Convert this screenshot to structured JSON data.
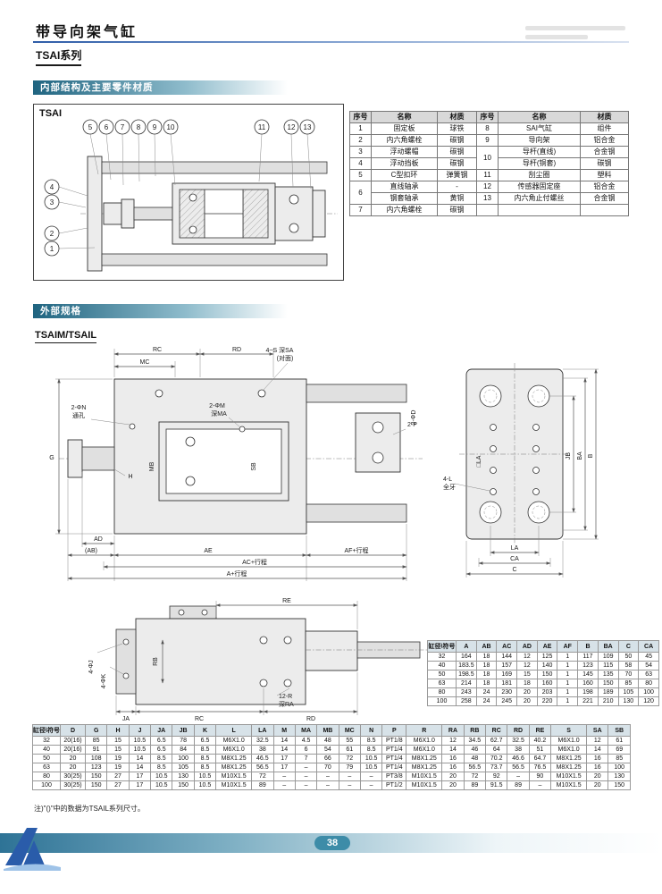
{
  "header": {
    "title": "带导向架气缸",
    "series": "TSAI系列"
  },
  "sections": {
    "internal": "内部结构及主要零件材质",
    "external": "外部规格",
    "model": "TSAIM/TSAIL"
  },
  "internal_drawing": {
    "label": "TSAI",
    "callouts": {
      "c1": "1",
      "c2": "2",
      "c3": "3",
      "c4": "4",
      "c5": "5",
      "c6": "6",
      "c7": "7",
      "c8": "8",
      "c9": "9",
      "c10": "10",
      "c11": "11",
      "c12": "12",
      "c13": "13"
    }
  },
  "parts_table": {
    "headers": {
      "no": "序号",
      "name": "名称",
      "mat": "材质"
    },
    "left": [
      {
        "no": "1",
        "name": "固定板",
        "mat": "球铁"
      },
      {
        "no": "2",
        "name": "内六角螺栓",
        "mat": "碳钢"
      },
      {
        "no": "3",
        "name": "浮动螺帽",
        "mat": "碳钢"
      },
      {
        "no": "4",
        "name": "浮动挡板",
        "mat": "碳钢"
      },
      {
        "no": "5",
        "name": "C型扣环",
        "mat": "弹簧钢"
      },
      {
        "no": "6",
        "name": "直线轴承",
        "mat": "-"
      },
      {
        "no": "",
        "name": "钢套轴承",
        "mat": "黄铜"
      },
      {
        "no": "7",
        "name": "内六角螺栓",
        "mat": "碳钢"
      }
    ],
    "right": [
      {
        "no": "8",
        "name": "SAI气缸",
        "mat": "组件"
      },
      {
        "no": "9",
        "name": "导向架",
        "mat": "铝合金"
      },
      {
        "no": "10",
        "name": "导杆(直线)",
        "mat": "合金钢"
      },
      {
        "no": "",
        "name": "导杆(铜套)",
        "mat": "碳钢"
      },
      {
        "no": "11",
        "name": "刮尘圈",
        "mat": "塑料"
      },
      {
        "no": "12",
        "name": "传感器固定座",
        "mat": "铝合金"
      },
      {
        "no": "13",
        "name": "内六角止付螺丝",
        "mat": "合金钢"
      },
      {
        "no": "",
        "name": "",
        "mat": ""
      }
    ]
  },
  "dim_labels": {
    "rc": "RC",
    "rd": "RD",
    "mc": "MC",
    "re": "RE",
    "rb": "RB",
    "s1": "4~S 深SA",
    "s2": "(对面)",
    "d": "2-ΦD",
    "n1": "2-ΦN",
    "n2": "通孔",
    "m1": "2-ΦM",
    "m2": "深MA",
    "g": "G",
    "mb": "MB",
    "sb": "SB",
    "p": "2-P",
    "h": "H",
    "ad": "AD",
    "ab": "(AB)",
    "ae": "AE",
    "af": "AF+行程",
    "ac": "AC+行程",
    "a": "A+行程",
    "la_sq": "□LA",
    "jb": "JB",
    "ba": "BA",
    "b": "B",
    "l1": "4-L",
    "l2": "全牙",
    "la": "LA",
    "ca": "CA",
    "c": "C",
    "j": "4-ΦJ",
    "k": "4-ΦK",
    "ja": "JA",
    "r1": "12-R",
    "r2": "深RA"
  },
  "dims1": {
    "headers": [
      "缸径\\符号",
      "A",
      "AB",
      "AC",
      "AD",
      "AE",
      "AF",
      "B",
      "BA",
      "C",
      "CA"
    ],
    "rows": [
      [
        "32",
        "164",
        "18",
        "144",
        "12",
        "125",
        "1",
        "117",
        "109",
        "50",
        "45"
      ],
      [
        "40",
        "183.5",
        "18",
        "157",
        "12",
        "140",
        "1",
        "123",
        "115",
        "58",
        "54"
      ],
      [
        "50",
        "198.5",
        "18",
        "169",
        "15",
        "150",
        "1",
        "145",
        "135",
        "70",
        "63"
      ],
      [
        "63",
        "214",
        "18",
        "181",
        "18",
        "160",
        "1",
        "160",
        "150",
        "85",
        "80"
      ],
      [
        "80",
        "243",
        "24",
        "230",
        "20",
        "203",
        "1",
        "198",
        "189",
        "105",
        "100"
      ],
      [
        "100",
        "258",
        "24",
        "245",
        "20",
        "220",
        "1",
        "221",
        "210",
        "130",
        "120"
      ]
    ]
  },
  "dims2": {
    "headers": [
      "缸径\\符号",
      "D",
      "G",
      "H",
      "J",
      "JA",
      "JB",
      "K",
      "L",
      "LA",
      "M",
      "MA",
      "MB",
      "MC",
      "N",
      "P",
      "R",
      "RA",
      "RB",
      "RC",
      "RD",
      "RE",
      "S",
      "SA",
      "SB"
    ],
    "rows": [
      [
        "32",
        "20(16)",
        "85",
        "15",
        "10.5",
        "6.5",
        "78",
        "6.5",
        "M6X1.0",
        "32.5",
        "14",
        "4.5",
        "48",
        "55",
        "8.5",
        "PT1/8",
        "M6X1.0",
        "12",
        "34.5",
        "62.7",
        "32.5",
        "40.2",
        "M6X1.0",
        "12",
        "61"
      ],
      [
        "40",
        "20(16)",
        "91",
        "15",
        "10.5",
        "6.5",
        "84",
        "8.5",
        "M6X1.0",
        "38",
        "14",
        "6",
        "54",
        "61",
        "8.5",
        "PT1/4",
        "M6X1.0",
        "14",
        "46",
        "64",
        "38",
        "51",
        "M6X1.0",
        "14",
        "69"
      ],
      [
        "50",
        "20",
        "108",
        "19",
        "14",
        "8.5",
        "100",
        "8.5",
        "M8X1.25",
        "46.5",
        "17",
        "7",
        "66",
        "72",
        "10.5",
        "PT1/4",
        "M8X1.25",
        "16",
        "48",
        "70.2",
        "46.6",
        "64.7",
        "M8X1.25",
        "16",
        "85"
      ],
      [
        "63",
        "20",
        "123",
        "19",
        "14",
        "8.5",
        "105",
        "8.5",
        "M8X1.25",
        "56.5",
        "17",
        "–",
        "70",
        "79",
        "10.5",
        "PT1/4",
        "M8X1.25",
        "16",
        "56.5",
        "73.7",
        "56.5",
        "76.5",
        "M8X1.25",
        "16",
        "100"
      ],
      [
        "80",
        "30(25)",
        "150",
        "27",
        "17",
        "10.5",
        "130",
        "10.5",
        "M10X1.5",
        "72",
        "–",
        "–",
        "–",
        "–",
        "–",
        "PT3/8",
        "M10X1.5",
        "20",
        "72",
        "92",
        "–",
        "90",
        "M10X1.5",
        "20",
        "130"
      ],
      [
        "100",
        "30(25)",
        "150",
        "27",
        "17",
        "10.5",
        "150",
        "10.5",
        "M10X1.5",
        "89",
        "–",
        "–",
        "–",
        "–",
        "–",
        "PT1/2",
        "M10X1.5",
        "20",
        "89",
        "91.5",
        "89",
        "–",
        "M10X1.5",
        "20",
        "150"
      ]
    ]
  },
  "note": "注)\"()\"中的数据为TSAIL系列尺寸。",
  "footer": {
    "page": "38"
  }
}
